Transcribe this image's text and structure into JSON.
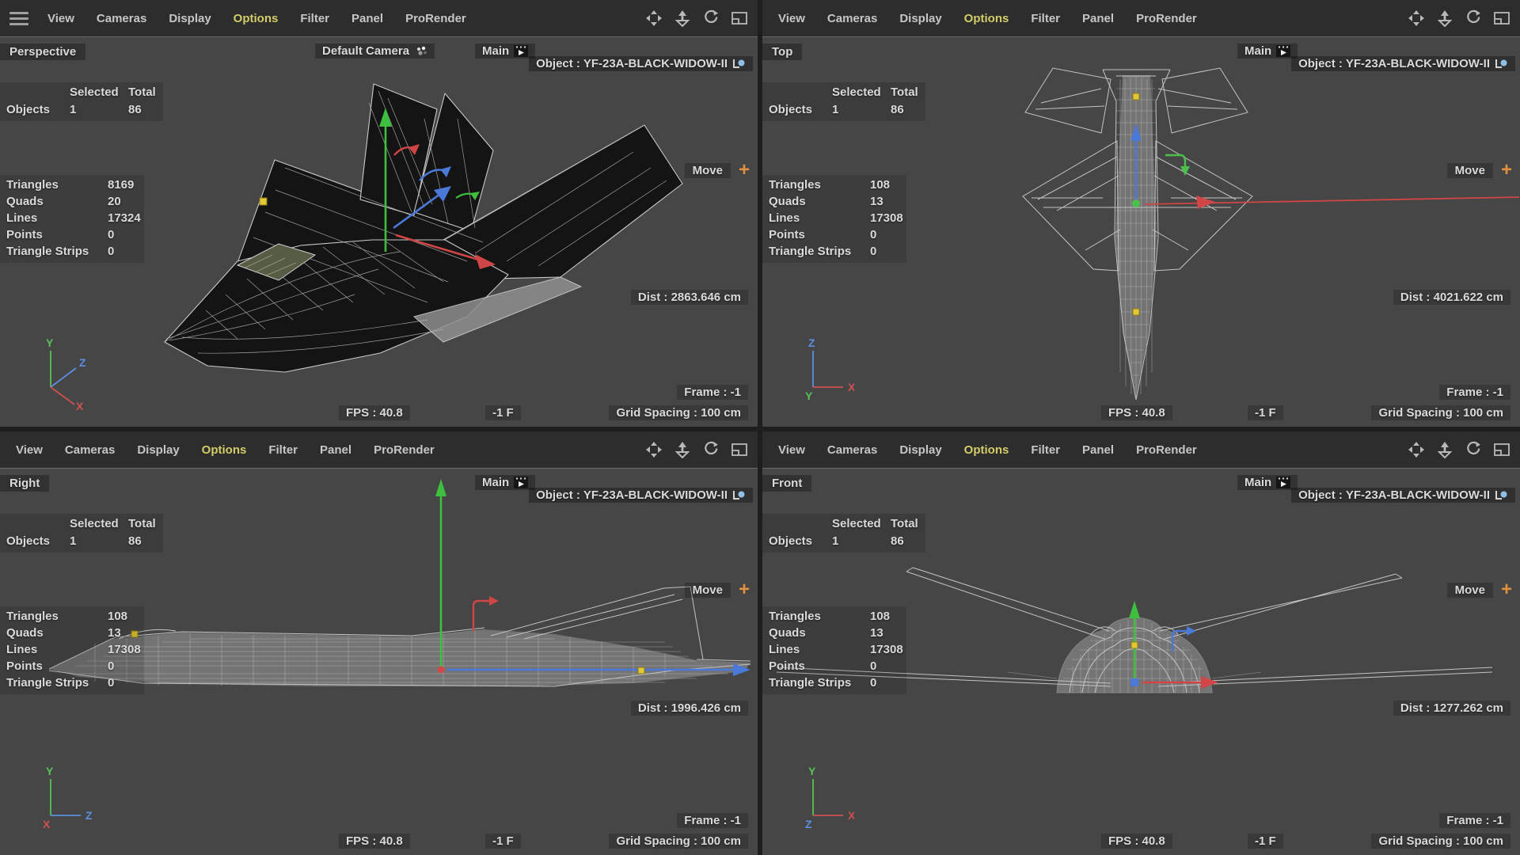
{
  "app": {
    "object_name": "YF-23A-BLACK-WIDOW-II"
  },
  "menu": {
    "items": [
      "View",
      "Cameras",
      "Display",
      "Options",
      "Filter",
      "Panel",
      "ProRender"
    ],
    "active_item": "Options"
  },
  "icons": {
    "hamburger": "viewport-menu-icon",
    "pan": "pan-view-icon",
    "dolly": "dolly-zoom-icon",
    "rotate": "rotate-view-icon",
    "toggle": "toggle-active-view-icon",
    "camera_dots": "camera-icon",
    "clapper": "animation-clapper-icon",
    "object_tag": "object-tag-icon"
  },
  "shared": {
    "main_label": "Main",
    "object_label": "Object : YF-23A-BLACK-WIDOW-II",
    "selected_header": "Selected",
    "total_header": "Total",
    "objects_label": "Objects",
    "objects_selected": "1",
    "objects_total": "86",
    "move_label": "Move",
    "move_plus": "+",
    "fps": "FPS : 40.8",
    "frame_short": "-1 F",
    "frame": "Frame : -1",
    "grid": "Grid Spacing : 100 cm"
  },
  "viewports": [
    {
      "name": "Perspective",
      "camera": "Default Camera",
      "dist": "Dist : 2863.646 cm",
      "stats": [
        {
          "label": "Triangles",
          "value": "8169"
        },
        {
          "label": "Quads",
          "value": "20"
        },
        {
          "label": "Lines",
          "value": "17324"
        },
        {
          "label": "Points",
          "value": "0"
        },
        {
          "label": "Triangle Strips",
          "value": "0"
        }
      ],
      "axes": {
        "up": "Y",
        "diag": "Z",
        "side": "X"
      }
    },
    {
      "name": "Top",
      "dist": "Dist : 4021.622 cm",
      "stats": [
        {
          "label": "Triangles",
          "value": "108"
        },
        {
          "label": "Quads",
          "value": "13"
        },
        {
          "label": "Lines",
          "value": "17308"
        },
        {
          "label": "Points",
          "value": "0"
        },
        {
          "label": "Triangle Strips",
          "value": "0"
        }
      ],
      "axes": {
        "up": "Z",
        "side": "X",
        "origin": "Y"
      }
    },
    {
      "name": "Right",
      "dist": "Dist : 1996.426 cm",
      "stats": [
        {
          "label": "Triangles",
          "value": "108"
        },
        {
          "label": "Quads",
          "value": "13"
        },
        {
          "label": "Lines",
          "value": "17308"
        },
        {
          "label": "Points",
          "value": "0"
        },
        {
          "label": "Triangle Strips",
          "value": "0"
        }
      ],
      "axes": {
        "up": "Y",
        "side": "Z",
        "origin": "X"
      }
    },
    {
      "name": "Front",
      "dist": "Dist : 1277.262 cm",
      "stats": [
        {
          "label": "Triangles",
          "value": "108"
        },
        {
          "label": "Quads",
          "value": "13"
        },
        {
          "label": "Lines",
          "value": "17308"
        },
        {
          "label": "Points",
          "value": "0"
        },
        {
          "label": "Triangle Strips",
          "value": "0"
        }
      ],
      "axes": {
        "up": "Y",
        "side": "X",
        "origin": "Z"
      }
    }
  ],
  "colors": {
    "axis_x": "#d05050",
    "axis_y": "#58c158",
    "axis_z": "#5c8fe0",
    "menu_active": "#d3cd68",
    "move_plus": "#e0913f",
    "selection_point": "#e2c832",
    "viewport_bg": "#464646",
    "menubar_bg": "#2d2d2d"
  }
}
